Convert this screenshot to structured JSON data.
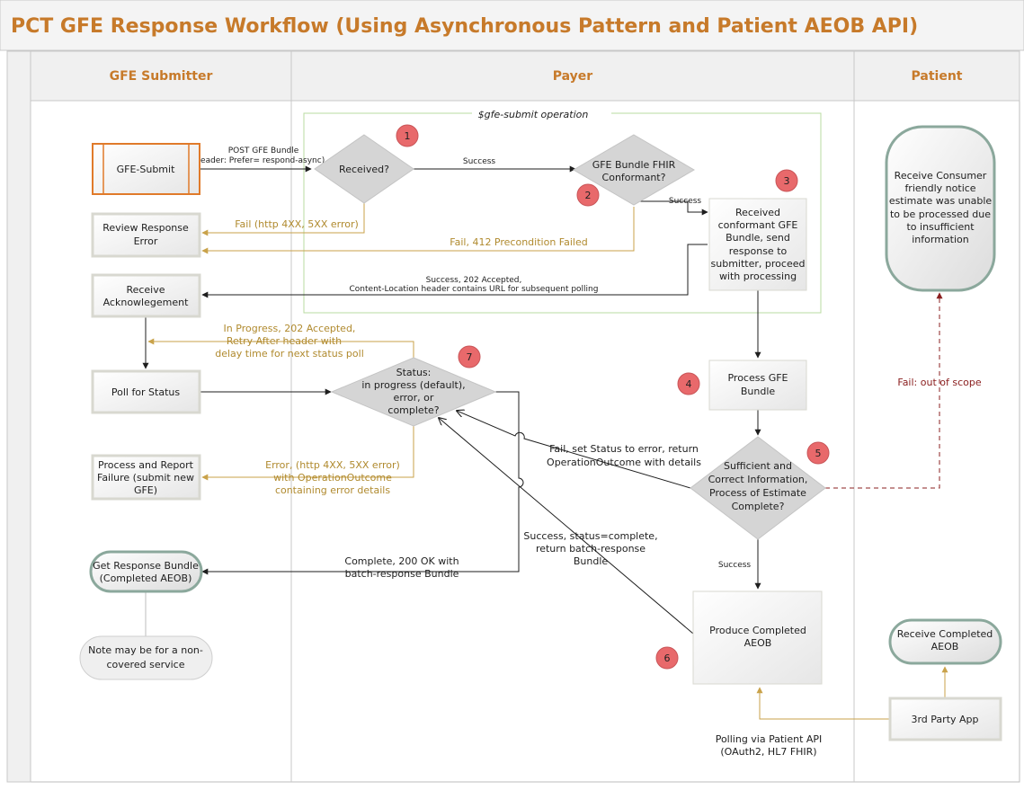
{
  "title": "PCT GFE Response Workflow (Using Asynchronous Pattern and Patient AEOB API)",
  "lanes": {
    "submitter": "GFE Submitter",
    "payer": "Payer",
    "patient": "Patient"
  },
  "operation_label": "$gfe-submit operation",
  "nodes": {
    "gfe_submit": [
      "GFE-Submit"
    ],
    "review_error": [
      "Review Response",
      "Error"
    ],
    "receive_ack": [
      "Receive",
      "Acknowlegement"
    ],
    "poll_status": [
      "Poll for Status"
    ],
    "process_failure": [
      "Process and Report",
      "Failure (submit new",
      "GFE)"
    ],
    "get_response": [
      "Get Response Bundle",
      "(Completed AEOB)"
    ],
    "note": [
      "Note may be for a non-",
      "covered service"
    ],
    "received_decision": [
      "Received?"
    ],
    "conformant_decision": [
      "GFE Bundle FHIR",
      "Conformant?"
    ],
    "received_conformant": [
      "Received",
      "conformant GFE",
      "Bundle, send",
      "response to",
      "submitter, proceed",
      "with processing"
    ],
    "status_decision": [
      "Status:",
      "in progress (default),",
      "error, or",
      "complete?"
    ],
    "process_gfe": [
      "Process GFE",
      "Bundle"
    ],
    "sufficient_decision": [
      "Sufficient and",
      "Correct Information,",
      "Process of Estimate",
      "Complete?"
    ],
    "produce_aeob": [
      "Produce Completed",
      "AEOB"
    ],
    "consumer_notice": [
      "Receive Consumer",
      "friendly notice",
      "estimate was unable",
      "to be processed due",
      "to insufficient",
      "information"
    ],
    "receive_aeob": [
      "Receive Completed",
      "AEOB"
    ],
    "third_party": [
      "3rd Party App"
    ]
  },
  "edges": {
    "post_bundle": [
      "POST GFE Bundle",
      "(Header: Prefer= respond-async)"
    ],
    "success_1": [
      "Success"
    ],
    "success_2": [
      "Success"
    ],
    "fail_4xx": [
      "Fail (http 4XX, 5XX error)"
    ],
    "fail_412": [
      "Fail, 412 Precondition Failed"
    ],
    "success_202": [
      "Success, 202 Accepted,",
      "Content-Location header contains URL for subsequent polling"
    ],
    "in_progress": [
      "In Progress, 202 Accepted,",
      "Retry-After header with",
      "delay time for next status poll"
    ],
    "error_outcome": [
      "Error, (http 4XX, 5XX error)",
      "with OperationOutcome",
      "containing error details"
    ],
    "complete_200": [
      "Complete, 200 OK with",
      "batch-response Bundle"
    ],
    "fail_set_status": [
      "Fail, set Status to error,  return",
      "OperationOutcome with details"
    ],
    "success_complete": [
      "Success, status=complete,",
      "return batch-response",
      "Bundle"
    ],
    "success_3": [
      "Success"
    ],
    "fail_scope": [
      "Fail: out of scope"
    ],
    "polling": [
      "Polling via Patient API",
      "(OAuth2, HL7 FHIR)"
    ]
  },
  "badges": [
    "1",
    "2",
    "3",
    "4",
    "5",
    "6",
    "7"
  ],
  "colors": {
    "title": "#c77a2a",
    "process_border": "#d8d8d0",
    "submit_border": "#e07a2a",
    "decision_fill": "#d5d5d5",
    "gold_arrow": "#c9a24a",
    "red_dashed": "#8b2020",
    "green_frame": "#b9dba0",
    "badge": "#e8696b",
    "rounded_border": "#8ba89c"
  }
}
